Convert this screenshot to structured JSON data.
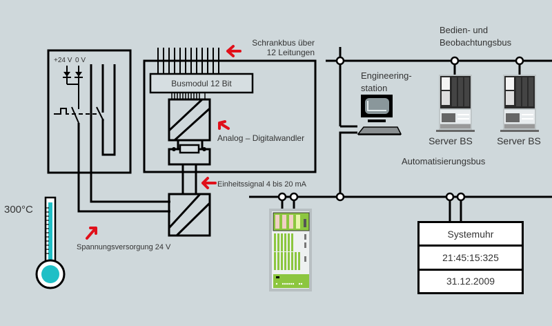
{
  "labels": {
    "supply_plus": "+24 V",
    "supply_zero": "0 V",
    "cabinet_bus": "Schrankbus über",
    "cabinet_bus_2": "12 Leitungen",
    "bus_module": "Busmodul 12 Bit",
    "ad_converter": "Analog – Digitalwandler",
    "unit_signal": "Einheitssignal 4 bis 20 mA",
    "power_supply": "Spannungsversorgung 24 V",
    "temperature": "300°C",
    "operator_bus_1": "Bedien- und",
    "operator_bus_2": "Beobachtungsbus",
    "engineering_1": "Engineering-",
    "engineering_2": "station",
    "server_1": "Server BS",
    "server_2": "Server BS",
    "automation_bus": "Automatisierungsbus"
  },
  "system_clock": {
    "title": "Systemuhr",
    "time": "21:45:15:325",
    "date": "31.12.2009"
  },
  "thermometer": {
    "fill_fraction": 0.95
  },
  "colors": {
    "background": "#cfd8db",
    "arrow": "#e0101a",
    "thermo_fluid": "#1fbfc6",
    "plc_green": "#8cc63f"
  }
}
